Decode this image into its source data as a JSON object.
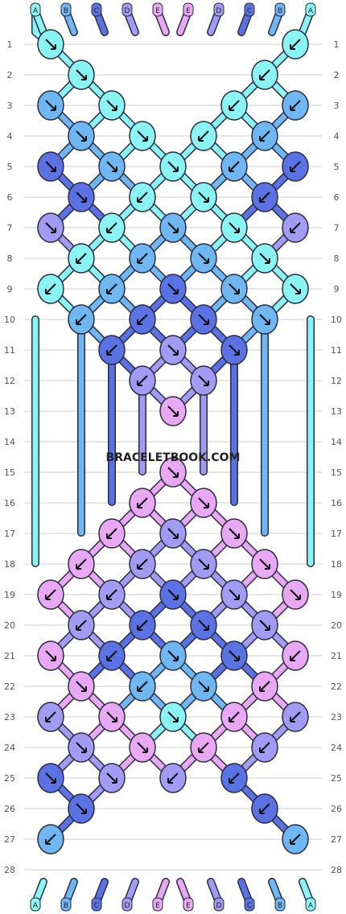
{
  "title": "BRACELETBOOK.COM",
  "strings": {
    "top": [
      "A",
      "B",
      "C",
      "D",
      "E",
      "E",
      "D",
      "C",
      "B",
      "A"
    ],
    "bottom": [
      "A",
      "B",
      "C",
      "D",
      "E",
      "E",
      "D",
      "C",
      "B",
      "A"
    ]
  },
  "row_labels": [
    "1",
    "2",
    "3",
    "4",
    "5",
    "6",
    "7",
    "8",
    "9",
    "10",
    "11",
    "12",
    "13",
    "14",
    "15",
    "16",
    "17",
    "18",
    "19",
    "20",
    "21",
    "22",
    "23",
    "24",
    "25",
    "26",
    "27",
    "28"
  ],
  "colors": {
    "A": "#8af4f4",
    "B": "#6fb7f2",
    "C": "#5a72e3",
    "D": "#a19bf3",
    "E": "#e9a8f4",
    "line": "#2b2b40",
    "grid": "#cccccc",
    "label": "#555555"
  },
  "knot_rows": [
    {
      "row": 1,
      "knots": [
        {
          "c": "A",
          "d": "SE"
        },
        {
          "c": "A",
          "d": "SW"
        }
      ]
    },
    {
      "row": 2,
      "knots": [
        {
          "c": "A",
          "d": "SE"
        },
        {
          "c": "A",
          "d": "SW"
        }
      ]
    },
    {
      "row": 3,
      "knots": [
        {
          "c": "B",
          "d": "SE"
        },
        {
          "c": "A",
          "d": "SE"
        },
        {
          "c": "A",
          "d": "SW"
        },
        {
          "c": "B",
          "d": "SW"
        }
      ]
    },
    {
      "row": 4,
      "knots": [
        {
          "c": "B",
          "d": "SE"
        },
        {
          "c": "A",
          "d": "SE"
        },
        {
          "c": "A",
          "d": "SW"
        },
        {
          "c": "B",
          "d": "SW"
        }
      ]
    },
    {
      "row": 5,
      "knots": [
        {
          "c": "C",
          "d": "SE"
        },
        {
          "c": "B",
          "d": "SE"
        },
        {
          "c": "A",
          "d": "SE"
        },
        {
          "c": "B",
          "d": "SW"
        },
        {
          "c": "C",
          "d": "SW"
        }
      ]
    },
    {
      "row": 6,
      "knots": [
        {
          "c": "C",
          "d": "SE"
        },
        {
          "c": "A",
          "d": "SW"
        },
        {
          "c": "A",
          "d": "SE"
        },
        {
          "c": "C",
          "d": "SW"
        }
      ]
    },
    {
      "row": 7,
      "knots": [
        {
          "c": "D",
          "d": "SE"
        },
        {
          "c": "A",
          "d": "SW"
        },
        {
          "c": "B",
          "d": "SE"
        },
        {
          "c": "A",
          "d": "SE"
        },
        {
          "c": "D",
          "d": "SW"
        }
      ]
    },
    {
      "row": 8,
      "knots": [
        {
          "c": "A",
          "d": "SW"
        },
        {
          "c": "B",
          "d": "SW"
        },
        {
          "c": "B",
          "d": "SE"
        },
        {
          "c": "A",
          "d": "SE"
        }
      ]
    },
    {
      "row": 9,
      "knots": [
        {
          "c": "A",
          "d": "SW"
        },
        {
          "c": "B",
          "d": "SW"
        },
        {
          "c": "C",
          "d": "SE"
        },
        {
          "c": "B",
          "d": "SE"
        },
        {
          "c": "A",
          "d": "SE"
        }
      ]
    },
    {
      "row": 10,
      "knots": [
        {
          "c": "B",
          "d": "SW"
        },
        {
          "c": "C",
          "d": "SW"
        },
        {
          "c": "C",
          "d": "SE"
        },
        {
          "c": "B",
          "d": "SE"
        }
      ]
    },
    {
      "row": 11,
      "knots": [
        {
          "c": "C",
          "d": "SW"
        },
        {
          "c": "D",
          "d": "SE"
        },
        {
          "c": "C",
          "d": "SE"
        }
      ]
    },
    {
      "row": 12,
      "knots": [
        {
          "c": "D",
          "d": "SW"
        },
        {
          "c": "D",
          "d": "SE"
        }
      ]
    },
    {
      "row": 13,
      "knots": [
        {
          "c": "E",
          "d": "SE"
        }
      ]
    },
    {
      "row": 15,
      "knots": [
        {
          "c": "E",
          "d": "SE"
        }
      ]
    },
    {
      "row": 16,
      "knots": [
        {
          "c": "E",
          "d": "SW"
        },
        {
          "c": "E",
          "d": "SE"
        }
      ]
    },
    {
      "row": 17,
      "knots": [
        {
          "c": "E",
          "d": "SW"
        },
        {
          "c": "D",
          "d": "SE"
        },
        {
          "c": "E",
          "d": "SE"
        }
      ]
    },
    {
      "row": 18,
      "knots": [
        {
          "c": "E",
          "d": "SW"
        },
        {
          "c": "D",
          "d": "SW"
        },
        {
          "c": "D",
          "d": "SE"
        },
        {
          "c": "E",
          "d": "SE"
        }
      ]
    },
    {
      "row": 19,
      "knots": [
        {
          "c": "E",
          "d": "SW"
        },
        {
          "c": "D",
          "d": "SW"
        },
        {
          "c": "C",
          "d": "SE"
        },
        {
          "c": "D",
          "d": "SE"
        },
        {
          "c": "E",
          "d": "SE"
        }
      ]
    },
    {
      "row": 20,
      "knots": [
        {
          "c": "D",
          "d": "SW"
        },
        {
          "c": "C",
          "d": "SW"
        },
        {
          "c": "C",
          "d": "SE"
        },
        {
          "c": "D",
          "d": "SE"
        }
      ]
    },
    {
      "row": 21,
      "knots": [
        {
          "c": "E",
          "d": "SE"
        },
        {
          "c": "C",
          "d": "SW"
        },
        {
          "c": "B",
          "d": "SE"
        },
        {
          "c": "C",
          "d": "SE"
        },
        {
          "c": "E",
          "d": "SW"
        }
      ]
    },
    {
      "row": 22,
      "knots": [
        {
          "c": "E",
          "d": "SE"
        },
        {
          "c": "B",
          "d": "SW"
        },
        {
          "c": "B",
          "d": "SE"
        },
        {
          "c": "E",
          "d": "SW"
        }
      ]
    },
    {
      "row": 23,
      "knots": [
        {
          "c": "D",
          "d": "SW"
        },
        {
          "c": "E",
          "d": "SE"
        },
        {
          "c": "A",
          "d": "SE"
        },
        {
          "c": "E",
          "d": "SW"
        },
        {
          "c": "D",
          "d": "SW"
        }
      ]
    },
    {
      "row": 24,
      "knots": [
        {
          "c": "D",
          "d": "SE"
        },
        {
          "c": "E",
          "d": "SE"
        },
        {
          "c": "E",
          "d": "SW"
        },
        {
          "c": "D",
          "d": "SW"
        }
      ]
    },
    {
      "row": 25,
      "knots": [
        {
          "c": "C",
          "d": "SE"
        },
        {
          "c": "D",
          "d": "SE"
        },
        {
          "c": "D",
          "d": "SW"
        },
        {
          "c": "C",
          "d": "SW"
        }
      ]
    },
    {
      "row": 26,
      "knots": [
        {
          "c": "C",
          "d": "SE"
        },
        {
          "c": "C",
          "d": "SW"
        }
      ]
    },
    {
      "row": 27,
      "knots": [
        {
          "c": "B",
          "d": "SW"
        },
        {
          "c": "B",
          "d": "SW"
        }
      ]
    }
  ]
}
